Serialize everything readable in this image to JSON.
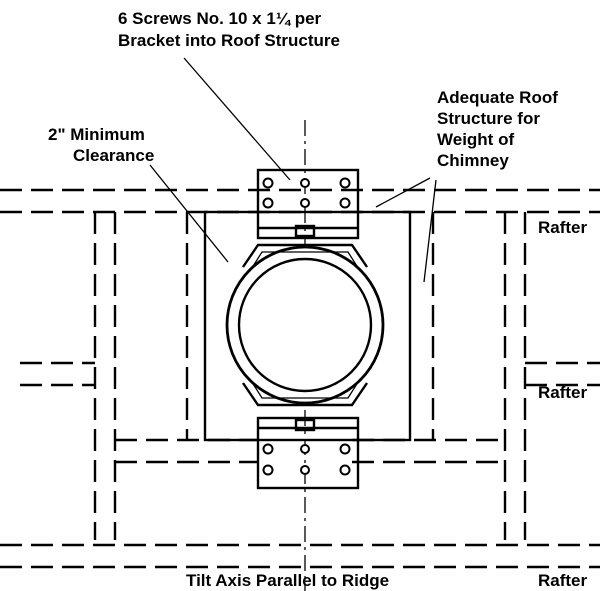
{
  "labels": {
    "screws_line1": "6 Screws No. 10 x 1¼ per",
    "screws_line2": "Bracket into Roof Structure",
    "adequate_line1": "Adequate Roof",
    "adequate_line2": "Structure for",
    "adequate_line3": "Weight of",
    "adequate_line4": "Chimney",
    "clearance_line1": "2\" Minimum",
    "clearance_line2": "Clearance",
    "rafter_top": "Rafter",
    "rafter_middle": "Rafter",
    "rafter_bottom": "Rafter",
    "tilt_axis": "Tilt Axis Parallel to Ridge"
  }
}
